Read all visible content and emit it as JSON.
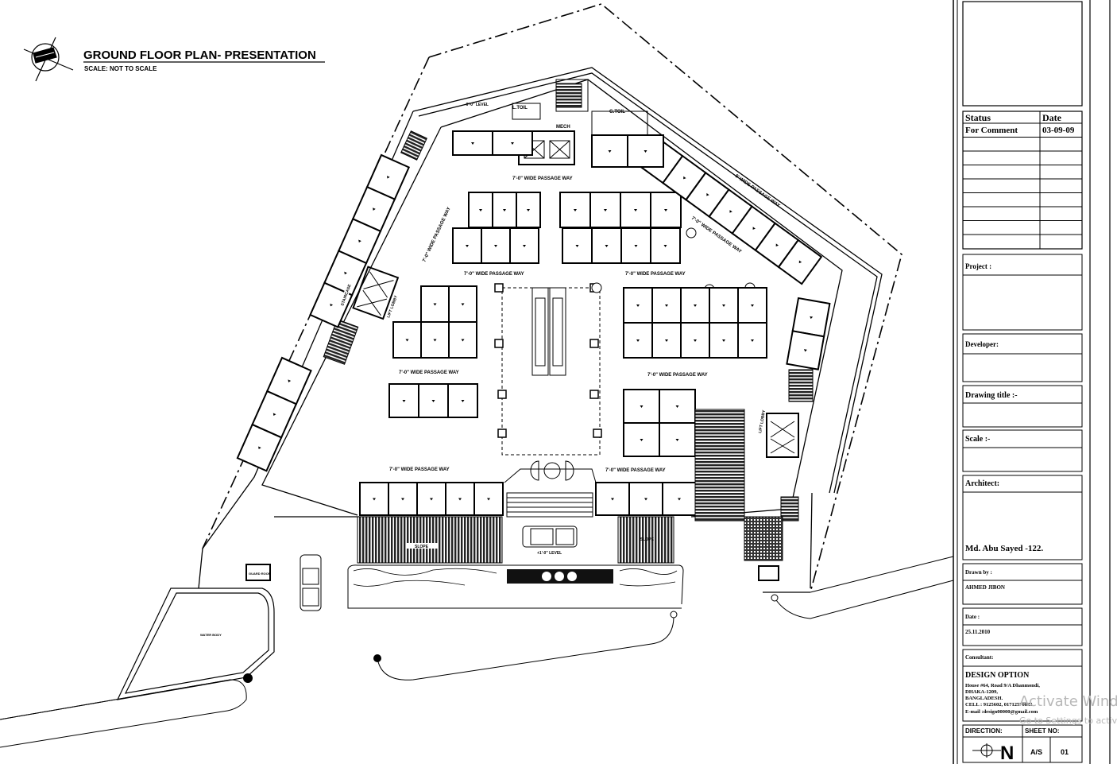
{
  "header": {
    "title": "GROUND FLOOR PLAN- PRESENTATION",
    "scale": "SCALE: NOT TO SCALE"
  },
  "plan_labels": {
    "passage_7ft": "7'-0\"  WIDE PASSAGE WAY",
    "passage_8ft": "8'  WIDE PASSAGE WAY",
    "ladies_toilet": "L.TOIL",
    "gents_toilet": "G.TOIL",
    "mech": "MECH",
    "level_minus": "-0'-0\" LEVEL",
    "level_plus": "+1'-0\" LEVEL",
    "slope": "SLOPE",
    "lift_lobby": "LIFT LOBBY",
    "staircase": "STAIRCASE",
    "water_body": "WATER BODY",
    "guard_room": "GUARD ROOM"
  },
  "title_block": {
    "status_header": "Status",
    "date_header": "Date",
    "status_rows": [
      {
        "status": "For Comment",
        "date": "03-09-09"
      }
    ],
    "project_label": "Project :",
    "developer_label": "Developer:",
    "drawing_title_label": "Drawing title :-",
    "scale_label": "Scale :-",
    "architect_label": "Architect:",
    "architect_name": "Md. Abu Sayed -122.",
    "drawn_by_label": "Drawn by :",
    "drawn_by": "AHMED JIBON",
    "date_label": "Date :",
    "date": "25.11.2010",
    "consultant_label": "Consultant:",
    "consultant_name": "DESIGN OPTION",
    "consultant_address": [
      "House #64, Road 9/A Dhanmondi,",
      "DHAKA-1209,",
      "BANGLADESH.",
      "CELL : 9125602, 01712570823",
      "E-mail :design00000@gmail.com"
    ],
    "direction_label": "DIRECTION:",
    "sheet_no_label": "SHEET NO:",
    "sheet_prefix": "A/S",
    "sheet_number": "01",
    "north_letter": "N"
  },
  "watermark": {
    "line1": "Activate Windows",
    "line2": "Go to Settings to activate Windows."
  }
}
